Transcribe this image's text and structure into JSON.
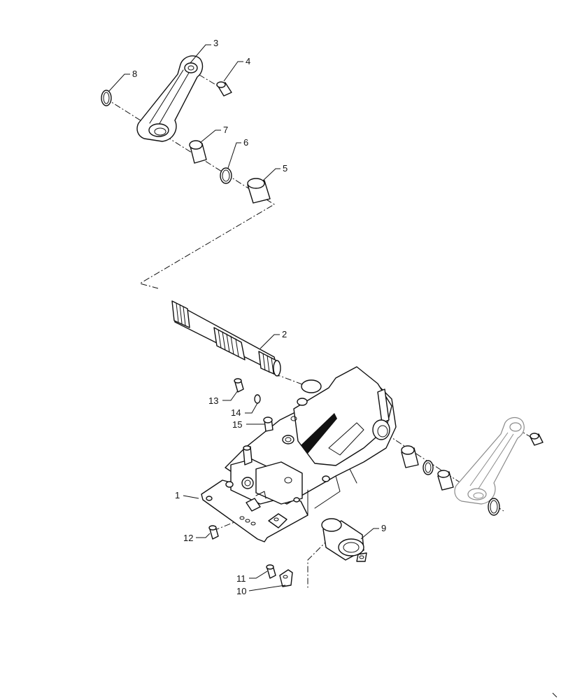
{
  "callouts": [
    {
      "id": "1",
      "label": "1"
    },
    {
      "id": "2",
      "label": "2"
    },
    {
      "id": "3",
      "label": "3"
    },
    {
      "id": "4",
      "label": "4"
    },
    {
      "id": "5",
      "label": "5"
    },
    {
      "id": "6",
      "label": "6"
    },
    {
      "id": "7",
      "label": "7"
    },
    {
      "id": "8",
      "label": "8"
    },
    {
      "id": "9",
      "label": "9"
    },
    {
      "id": "10",
      "label": "10"
    },
    {
      "id": "11",
      "label": "11"
    },
    {
      "id": "12",
      "label": "12"
    },
    {
      "id": "13",
      "label": "13"
    },
    {
      "id": "14",
      "label": "14"
    },
    {
      "id": "15",
      "label": "15"
    }
  ],
  "colors": {
    "line": "#111111",
    "ghost": "#8a8a8a",
    "background": "#ffffff"
  }
}
